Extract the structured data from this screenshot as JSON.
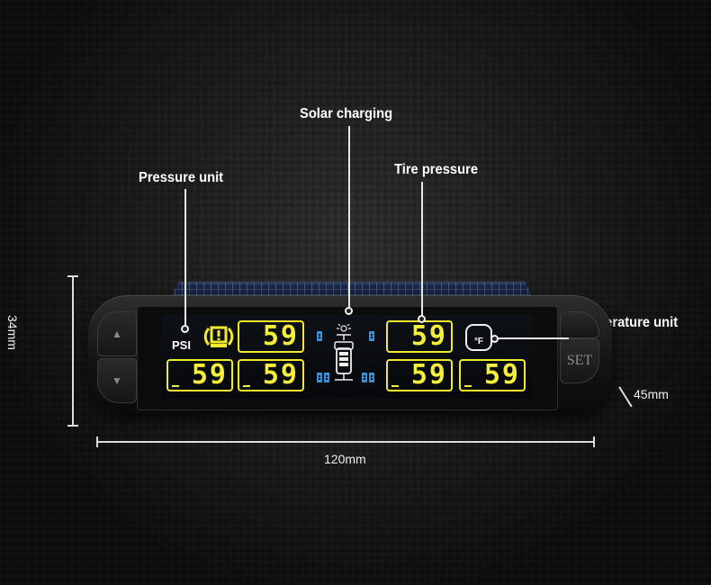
{
  "labels": {
    "solar_charging": "Solar charging",
    "pressure_unit": "Pressure unit",
    "tire_pressure": "Tire pressure",
    "temperature_unit": "Temperature unit"
  },
  "dimensions": {
    "height": "34mm",
    "depth": "45mm",
    "width": "120mm"
  },
  "display": {
    "unit_psi": "PSI",
    "temp_unit": "°F",
    "readings": [
      "59",
      "59",
      "59",
      "59",
      "59",
      "59"
    ]
  },
  "device": {
    "set_button": "SET",
    "up_arrow": "▲",
    "down_arrow": "▼"
  },
  "colors": {
    "lcd_digits": "#f5ef3a",
    "tpms_icon": "#f2ea2c",
    "wheel_indicator": "#3b8fd6",
    "solar_panel": "#1d2b4a"
  }
}
